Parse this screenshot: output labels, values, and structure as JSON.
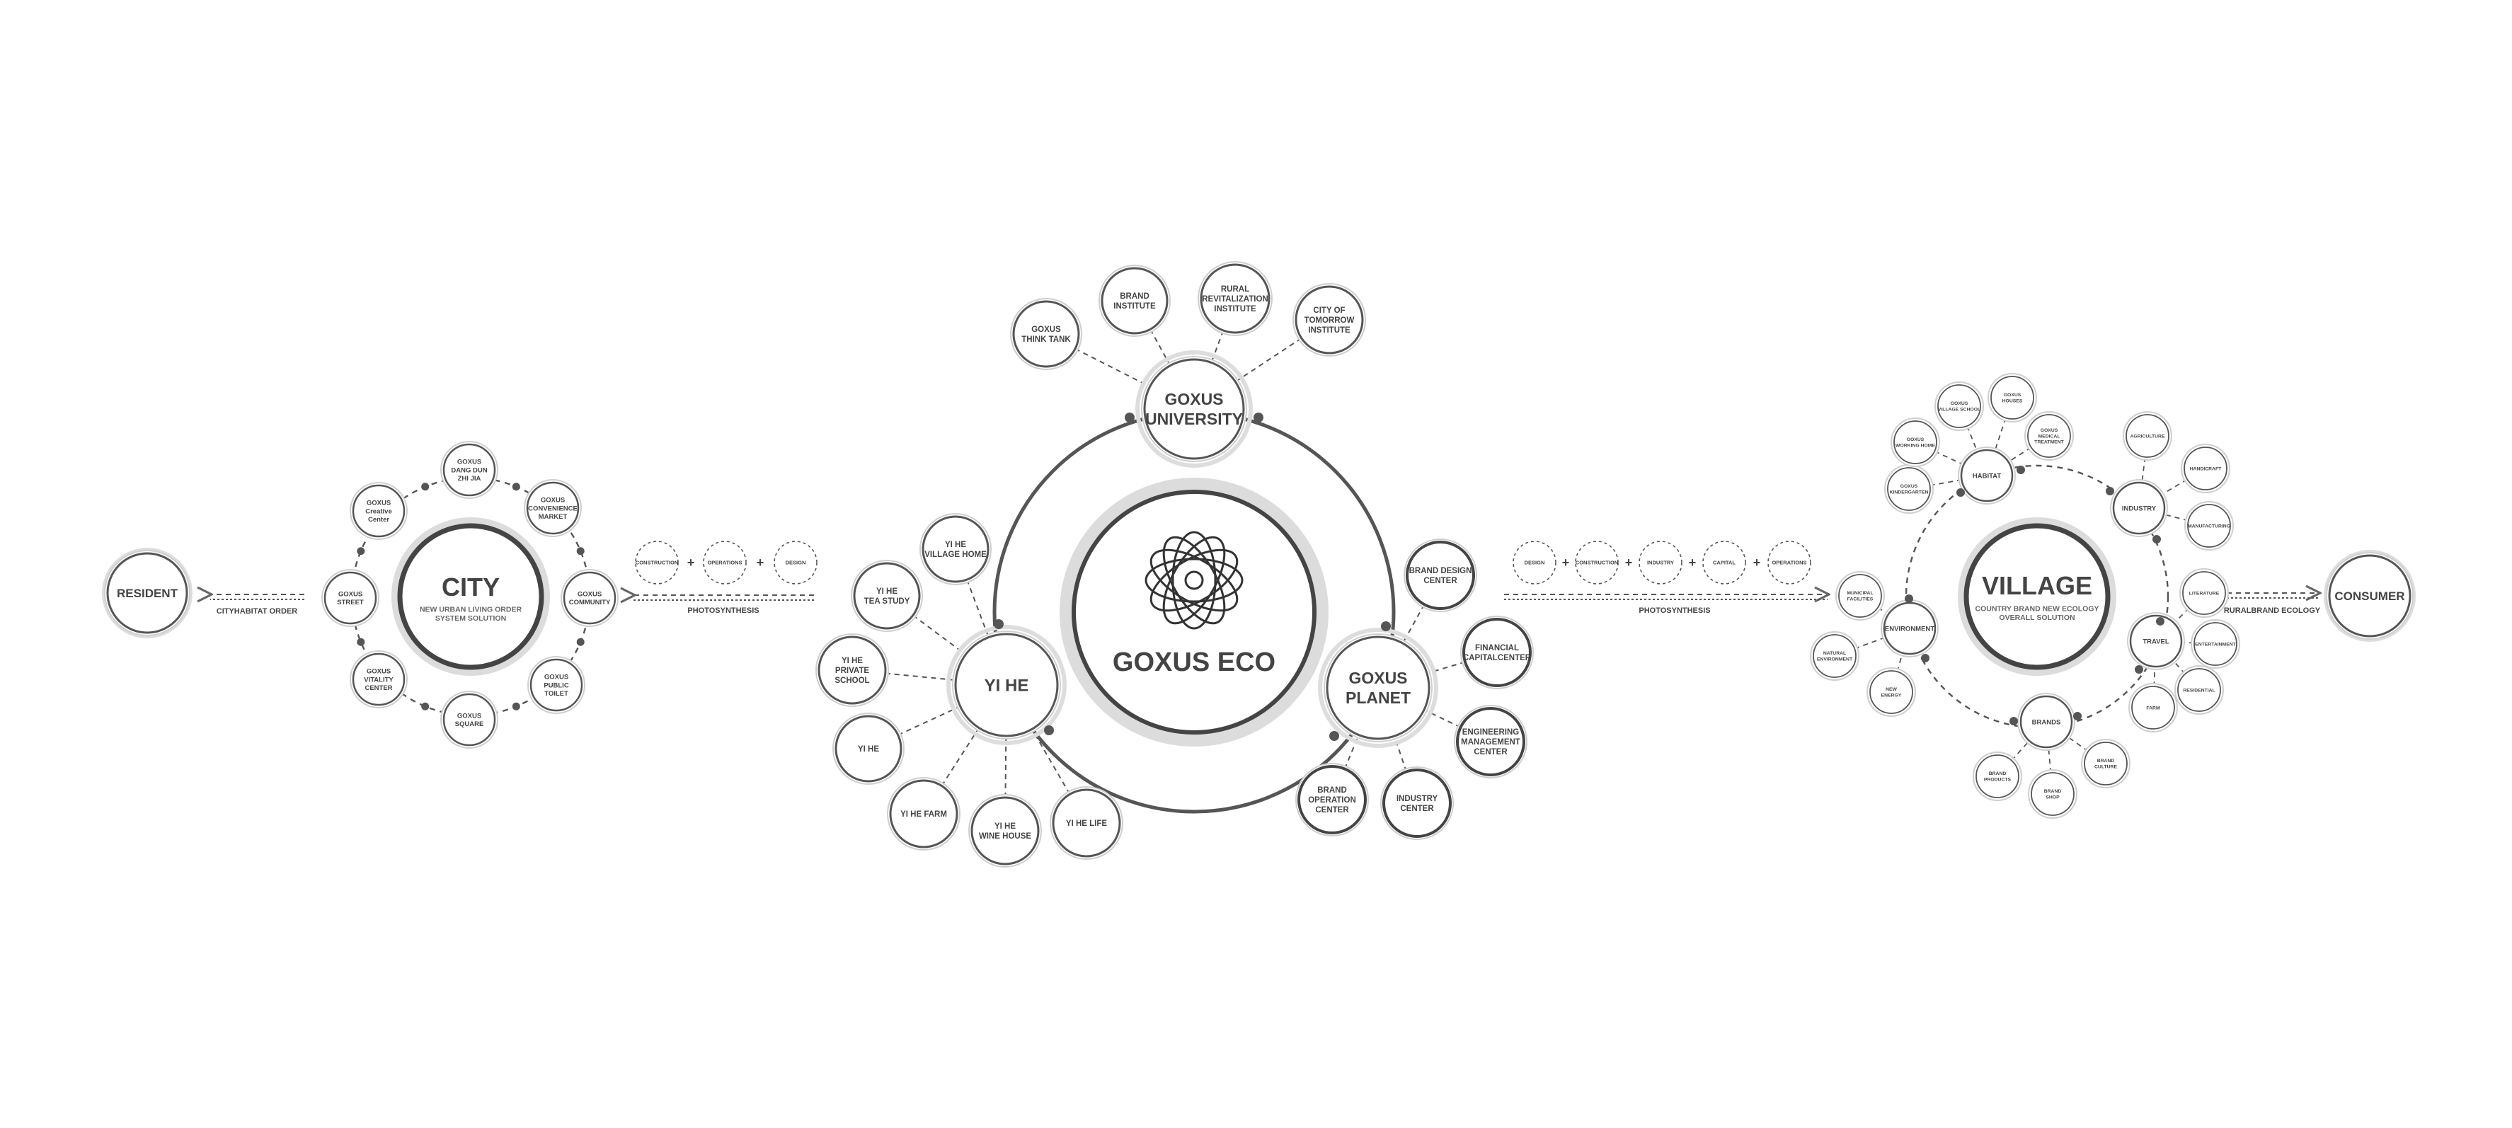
{
  "center": {
    "title": "GOXUS ECO"
  },
  "university": {
    "label": [
      "GOXUS",
      "UNIVERSITY"
    ],
    "children": [
      [
        "GOXUS",
        "THINK TANK"
      ],
      [
        "BRAND",
        "INSTITUTE"
      ],
      [
        "RURAL",
        "REVITALIZATION",
        "INSTITUTE"
      ],
      [
        "CITY OF",
        "TOMORROW",
        "INSTITUTE"
      ]
    ]
  },
  "yihe": {
    "label": [
      "YI HE"
    ],
    "children": [
      [
        "YI HE",
        "VILLAGE HOME"
      ],
      [
        "YI HE",
        "TEA STUDY"
      ],
      [
        "YI HE",
        "PRIVATE",
        "SCHOOL"
      ],
      [
        "YI HE"
      ],
      [
        "YI HE FARM"
      ],
      [
        "YI HE",
        "WINE HOUSE"
      ],
      [
        "YI HE LIFE"
      ]
    ]
  },
  "planet": {
    "label": [
      "GOXUS",
      "PLANET"
    ],
    "children": [
      [
        "BRAND DESIGN",
        "CENTER"
      ],
      [
        "FINANCIAL",
        "CAPITALCENTER"
      ],
      [
        "ENGINEERING",
        "MANAGEMENT",
        "CENTER"
      ],
      [
        "INDUSTRY",
        "CENTER"
      ],
      [
        "BRAND",
        "OPERATION",
        "CENTER"
      ]
    ]
  },
  "city": {
    "title": "CITY",
    "subtitle": [
      "NEW URBAN LIVING ORDER",
      "SYSTEM SOLUTION"
    ],
    "nodes": [
      [
        "GOXUS",
        "DANG DUN",
        "ZHI JIA"
      ],
      [
        "GOXUS",
        "CONVENIENCE",
        "MARKET"
      ],
      [
        "GOXUS",
        "COMMUNITY"
      ],
      [
        "GOXUS",
        "PUBLIC",
        "TOILET"
      ],
      [
        "GOXUS",
        "SQUARE"
      ],
      [
        "GOXUS",
        "VITALITY",
        "CENTER"
      ],
      [
        "GOXUS",
        "STREET"
      ],
      [
        "GOXUS",
        "Creative",
        "Center"
      ]
    ]
  },
  "resident": {
    "label": "RESIDENT",
    "arrow_label": "CITYHABITAT ORDER"
  },
  "left_photo": {
    "items": [
      "CONSTRUCTION",
      "OPERATIONS",
      "DESIGN"
    ],
    "label": "PHOTOSYNTHESIS"
  },
  "right_photo": {
    "items": [
      "DESIGN",
      "CONSTRUCTION",
      "INDUSTRY",
      "CAPITAL",
      "OPERATIONS"
    ],
    "label": "PHOTOSYNTHESIS"
  },
  "village": {
    "title": "VILLAGE",
    "subtitle": [
      "COUNTRY BRAND NEW ECOLOGY",
      "OVERALL SOLUTION"
    ],
    "hubs": {
      "habitat": "HABITAT",
      "industry": "INDUSTRY",
      "travel": "TRAVEL",
      "brands": "BRANDS",
      "environment": "ENVIRONMENT"
    },
    "habitat_children": [
      [
        "GOXUS",
        "KINDERGARTEN"
      ],
      [
        "GOXUS",
        "WORKING HOME"
      ],
      [
        "GOXUS",
        "VILLAGE SCHOOL"
      ],
      [
        "GOXUS",
        "HOUSES"
      ],
      [
        "GOXUS",
        "MEDICAL",
        "TREATMENT"
      ]
    ],
    "industry_children": [
      [
        "AGRICULTURE"
      ],
      [
        "HANDICRAFT"
      ],
      [
        "MANUFACTURING"
      ]
    ],
    "travel_children": [
      [
        "LITERATURE"
      ],
      [
        "ENTERTAINMENT"
      ],
      [
        "RESIDENTIAL"
      ],
      [
        "FARM"
      ]
    ],
    "brands_children": [
      [
        "BRAND",
        "CULTURE"
      ],
      [
        "BRAND",
        "SHOP"
      ],
      [
        "BRAND",
        "PRODUCTS"
      ]
    ],
    "environment_children": [
      [
        "MUNICIPAL",
        "FACILITIES"
      ],
      [
        "NATURAL",
        "ENVIRONMENT"
      ],
      [
        "NEW",
        "ENERGY"
      ]
    ]
  },
  "consumer": {
    "label": "CONSUMER",
    "arrow_label": "RURALBRAND ECOLOGY"
  },
  "icons": {
    "center_logo": "atom-flower-icon"
  },
  "colors": {
    "ink": "#444444",
    "ring": "#555555",
    "halo": "#dddddd"
  }
}
